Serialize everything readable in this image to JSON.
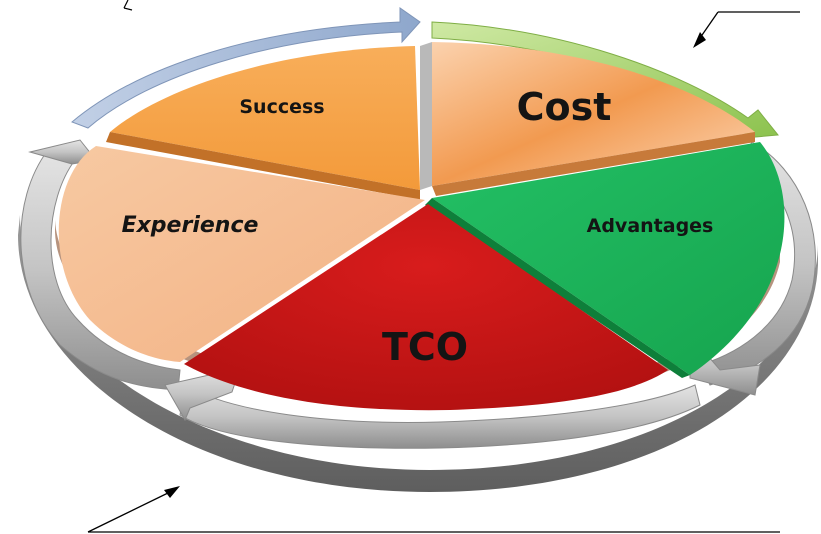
{
  "segments": [
    {
      "id": "cost",
      "label": "Cost",
      "color": "#f29a50"
    },
    {
      "id": "advantages",
      "label": "Advantages",
      "color": "#1fb55a"
    },
    {
      "id": "tco",
      "label": "TCO",
      "color": "#c81616"
    },
    {
      "id": "experience",
      "label": "Experience",
      "color": "#f5b98a"
    },
    {
      "id": "success",
      "label": "Success",
      "color": "#f7a445"
    }
  ],
  "ring": {
    "arrow_color": "#b9b9b9",
    "highlight_arrow_green": "#a8d36b",
    "highlight_arrow_blue": "#a9bcd8"
  },
  "callouts": [
    {
      "id": "top-right-pointer"
    },
    {
      "id": "bottom-left-pointer"
    }
  ]
}
